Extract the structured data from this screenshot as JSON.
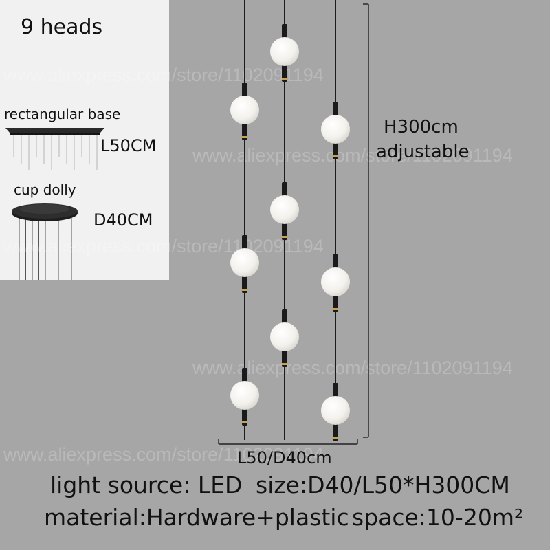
{
  "inset": {
    "title": "9 heads",
    "base_label": "rectangular base",
    "base_size": "L50CM",
    "dolly_label": "cup dolly",
    "dolly_size": "D40CM"
  },
  "dimensions": {
    "height": "H300cm",
    "height_note": "adjustable",
    "width": "L50/D40cm"
  },
  "specs": {
    "light_source": "light source: LED",
    "size": "size:D40/L50*H300CM",
    "material": "material:Hardware+plastic",
    "space": "space:10-20m²"
  },
  "watermarks": [
    "www.aliexpress.com/store/1102091194",
    "www.aliexpress.com/store/1102091194",
    "www.aliexpress.com/store/1102091194",
    "www.aliexpress.com/store/1102091194",
    "www.aliexpress.com/store/1102091194"
  ],
  "colors": {
    "background": "#a6a6a6",
    "panel": "#f1f1f1",
    "fixture": "#1a1a1a",
    "globe": "#f7f5f0",
    "accent": "#c9a24a"
  }
}
